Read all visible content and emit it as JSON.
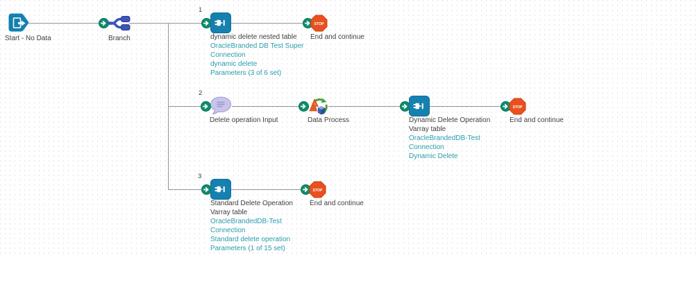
{
  "diagram": {
    "start": {
      "label": "Start - No Data"
    },
    "branch": {
      "label": "Branch"
    },
    "branch_1": {
      "number": "1",
      "connector": {
        "name": "dynamic delete nested table",
        "detail_1": "OracleBranded DB Test Super",
        "detail_2": "Connection",
        "detail_3": "dynamic delete",
        "detail_4": "Parameters (3 of 6 set)"
      },
      "stop": {
        "label": "End and continue"
      }
    },
    "branch_2": {
      "number": "2",
      "message": {
        "label": "Delete operation Input"
      },
      "data_process": {
        "label": "Data Process"
      },
      "connector": {
        "name_1": "Dynamic Delete Operation",
        "name_2": "Varray table",
        "detail_1": "OracleBrandedDB-Test",
        "detail_2": "Connection",
        "detail_3": "Dynamic Delete"
      },
      "stop": {
        "label": "End and continue"
      }
    },
    "branch_3": {
      "number": "3",
      "connector": {
        "name_1": "Standard Delete Operation",
        "name_2": "Varray table",
        "detail_1": "OracleBrandedDB-Test",
        "detail_2": "Connection",
        "detail_3": "Standard delete operation",
        "detail_4": "Parameters (1 of 15 set)"
      },
      "stop": {
        "label": "End and continue"
      }
    },
    "stop_badge_text": "STOP"
  },
  "colors": {
    "node_blue": "#1581b0",
    "branch_indigo": "#3c55bb",
    "continue_green": "#0d8d6c",
    "stop_orange": "#e8511f",
    "bubble_lavender": "#c9c5ea",
    "teal_text": "#2a9dab",
    "dark_text": "#3e3e3e",
    "line_gray": "#949494",
    "dot_grid": "#e2e1ea"
  }
}
